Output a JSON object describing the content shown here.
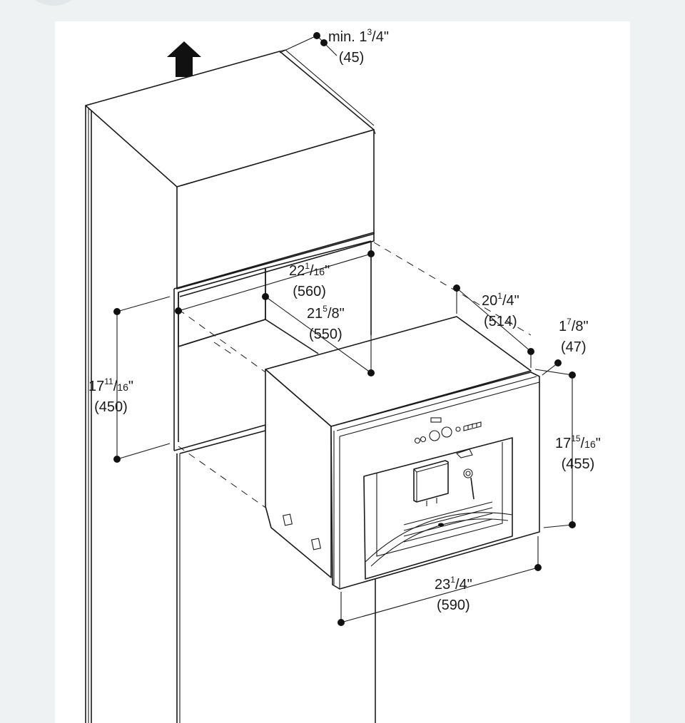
{
  "dimensions": [
    {
      "id": "vent_clearance",
      "prefix": "min. 1",
      "num": "3",
      "den": "4",
      "mm": "(45)"
    },
    {
      "id": "niche_width",
      "whole": "22",
      "num": "1",
      "den": "16",
      "mm": "(560)"
    },
    {
      "id": "niche_depth",
      "whole": "21",
      "num": "5",
      "den": "8",
      "mm": "(550)"
    },
    {
      "id": "appliance_depth",
      "whole": "20",
      "num": "1",
      "den": "4",
      "mm": "(514)"
    },
    {
      "id": "front_depth",
      "whole": "1",
      "num": "7",
      "den": "8",
      "mm": "(47)"
    },
    {
      "id": "niche_height",
      "whole": "17",
      "num": "11",
      "den": "16",
      "mm": "(450)"
    },
    {
      "id": "appliance_height",
      "whole": "17",
      "num": "15",
      "den": "16",
      "mm": "(455)"
    },
    {
      "id": "appliance_width",
      "whole": "23",
      "num": "1",
      "den": "4",
      "mm": "(590)"
    }
  ],
  "icons": {
    "vent_arrow": "up-arrow-icon"
  }
}
